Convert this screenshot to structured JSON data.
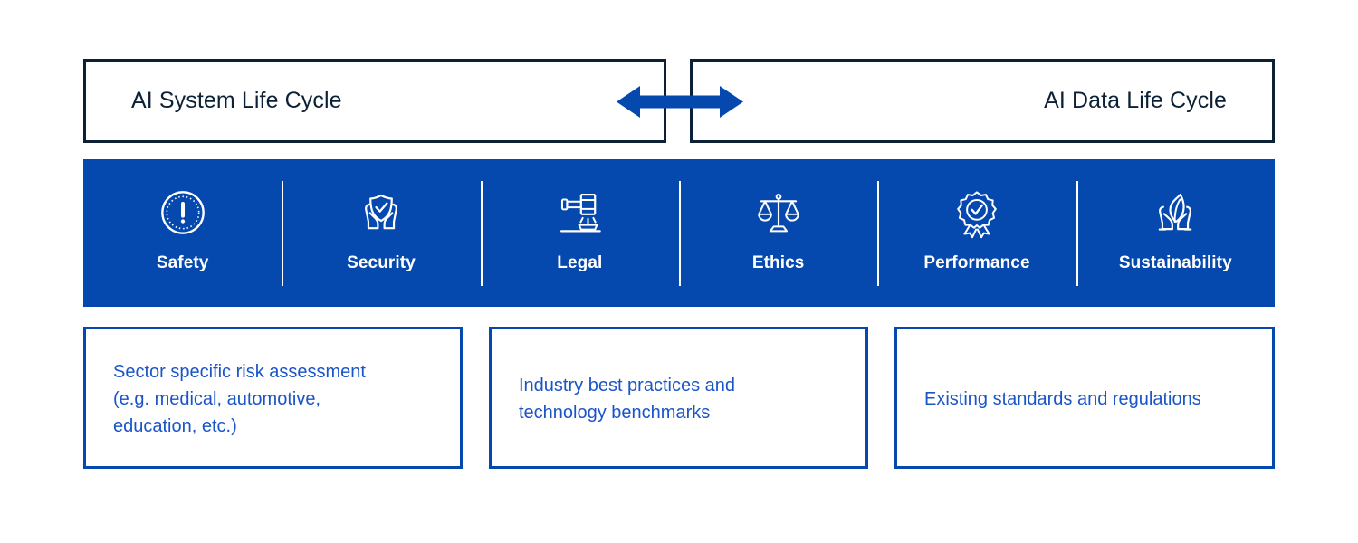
{
  "lifecycle": {
    "left": {
      "label": "AI System Life Cycle"
    },
    "right": {
      "label": "AI Data Life Cycle"
    },
    "connector": {
      "icon": "double-arrow-horizontal-icon"
    }
  },
  "pillars": {
    "background_color": "#0549ae",
    "items": [
      {
        "label": "Safety",
        "icon": "exclamation-circle-icon"
      },
      {
        "label": "Security",
        "icon": "hands-shield-check-icon"
      },
      {
        "label": "Legal",
        "icon": "gavel-icon"
      },
      {
        "label": "Ethics",
        "icon": "balance-scales-icon"
      },
      {
        "label": "Performance",
        "icon": "award-rosette-check-icon"
      },
      {
        "label": "Sustainability",
        "icon": "hands-leaf-icon"
      }
    ]
  },
  "notes": {
    "border_color": "#0549ae",
    "text_color": "#1a55c8",
    "items": [
      {
        "text": "Sector specific risk assessment\n(e.g. medical, automotive,\neducation, etc.)"
      },
      {
        "text": "Industry best practices and\ntechnology benchmarks"
      },
      {
        "text": "Existing standards and regulations"
      }
    ]
  },
  "colors": {
    "dark_navy": "#0d2136",
    "brand_blue": "#0549ae",
    "link_blue": "#1a55c8",
    "white": "#ffffff"
  }
}
